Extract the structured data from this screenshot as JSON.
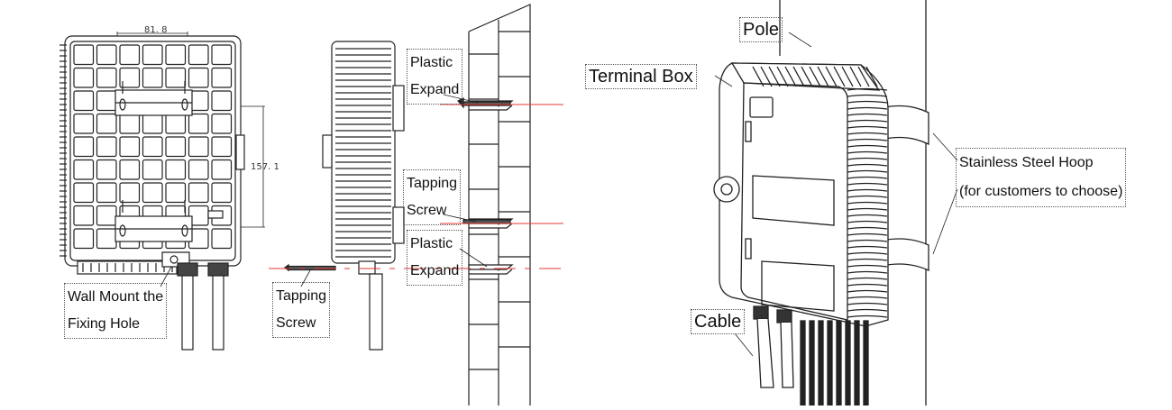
{
  "front_view": {
    "width_dim": "81. 8",
    "height_dim": "157. 1",
    "label_wall_mount": [
      "Wall Mount the",
      "Fixing Hole"
    ]
  },
  "side_view": {
    "label_tapping_screw": [
      "Tapping",
      "Screw"
    ]
  },
  "wall_view": {
    "label_plastic_expand_top": [
      "Plastic",
      "Expand"
    ],
    "label_tapping_screw": [
      "Tapping",
      "Screw"
    ],
    "label_plastic_expand_bottom": [
      "Plastic",
      "Expand"
    ]
  },
  "pole_view": {
    "label_pole": "Pole",
    "label_terminal_box": "Terminal Box",
    "label_hoop": [
      "Stainless Steel Hoop",
      "(for customers to choose)"
    ],
    "label_cable": "Cable"
  },
  "colors": {
    "line": "#222222",
    "guide": "#e53935",
    "label_border": "#555555"
  }
}
